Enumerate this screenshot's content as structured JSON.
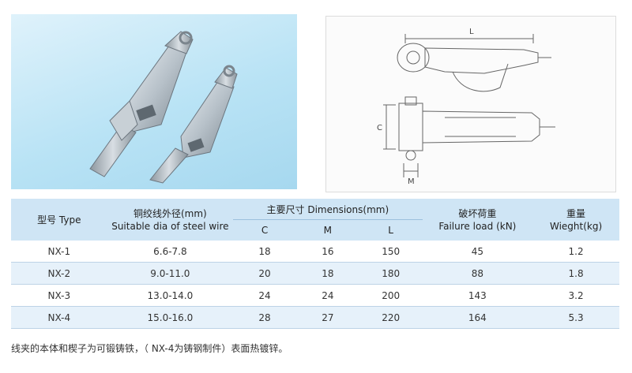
{
  "table": {
    "headers": {
      "type": "型号 Type",
      "wire_cn": "铜绞线外径(mm)",
      "wire_en": "Suitable dia of steel wire",
      "dimensions": "主要尺寸 Dimensions(mm)",
      "c": "C",
      "m": "M",
      "l": "L",
      "failure_cn": "破坏荷重",
      "failure_en": "Failure load (kN)",
      "weight_cn": "重量",
      "weight_en": "Wieght(kg)"
    },
    "rows": [
      {
        "type": "NX-1",
        "dia": "6.6-7.8",
        "c": "18",
        "m": "16",
        "l": "150",
        "load": "45",
        "weight": "1.2"
      },
      {
        "type": "NX-2",
        "dia": "9.0-11.0",
        "c": "20",
        "m": "18",
        "l": "180",
        "load": "88",
        "weight": "1.8"
      },
      {
        "type": "NX-3",
        "dia": "13.0-14.0",
        "c": "24",
        "m": "24",
        "l": "200",
        "load": "143",
        "weight": "3.2"
      },
      {
        "type": "NX-4",
        "dia": "15.0-16.0",
        "c": "28",
        "m": "27",
        "l": "220",
        "load": "164",
        "weight": "5.3"
      }
    ]
  },
  "drawing": {
    "label_l": "L",
    "label_c": "C",
    "label_m": "M"
  },
  "note": "线夹的本体和楔子为可锻铸铁，（ NX-4为铸钢制件）表面热镀锌。"
}
